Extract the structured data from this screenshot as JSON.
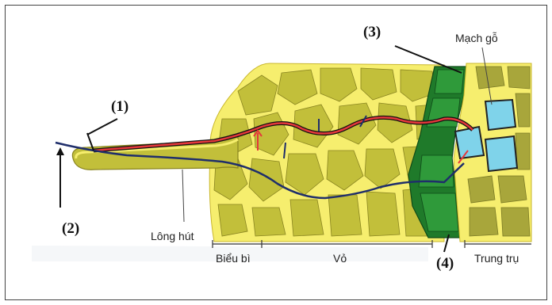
{
  "labels": {
    "pathway_1": "(1)",
    "pathway_2": "(2)",
    "pathway_3": "(3)",
    "pathway_4": "(4)"
  },
  "tissues": {
    "xylem": "Mạch gỗ",
    "root_hair": "Lông hút",
    "epidermis": "Biểu bì",
    "cortex": "Vỏ",
    "stele": "Trung trụ"
  },
  "colors": {
    "cortex_cell": "#c7c43a",
    "cell_wall": "#f6ee6e",
    "endodermis": "#1f7a2a",
    "xylem_lumen": "#7fd3ea",
    "apoplast_path": "#e5383b",
    "symplast_path": "#1f2e6b",
    "pericycle_stele": "#a8a63b"
  }
}
